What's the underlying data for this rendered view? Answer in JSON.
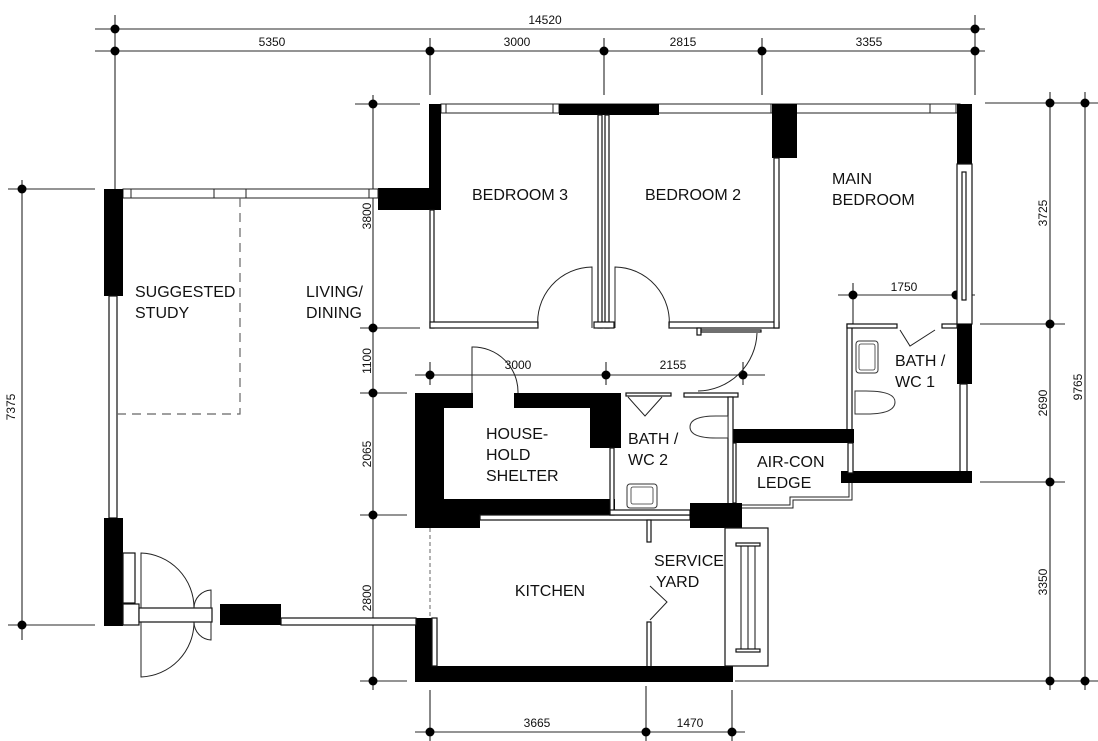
{
  "rooms": {
    "bedroom3": "BEDROOM 3",
    "bedroom2": "BEDROOM 2",
    "main_bedroom_l1": "MAIN",
    "main_bedroom_l2": "BEDROOM",
    "study_l1": "SUGGESTED",
    "study_l2": "STUDY",
    "living_l1": "LIVING/",
    "living_l2": "DINING",
    "bath1_l1": "BATH /",
    "bath1_l2": "WC 1",
    "bath2_l1": "BATH /",
    "bath2_l2": "WC 2",
    "shelter_l1": "HOUSE-",
    "shelter_l2": "HOLD",
    "shelter_l3": "SHELTER",
    "aircon_l1": "AIR-CON",
    "aircon_l2": "LEDGE",
    "kitchen": "KITCHEN",
    "service_l1": "SERVICE",
    "service_l2": "YARD"
  },
  "dimensions": {
    "top_total": "14520",
    "top_1": "5350",
    "top_2": "3000",
    "top_3": "2815",
    "top_4": "3355",
    "mid_1": "3000",
    "mid_2": "2155",
    "bath1_width": "1750",
    "bottom_1": "3665",
    "bottom_2": "1470",
    "left_total": "7375",
    "left_1": "3800",
    "left_2": "1100",
    "left_3": "2065",
    "left_4": "2800",
    "right_1": "3725",
    "right_2": "2690",
    "right_3": "3350",
    "right_total": "9765"
  }
}
